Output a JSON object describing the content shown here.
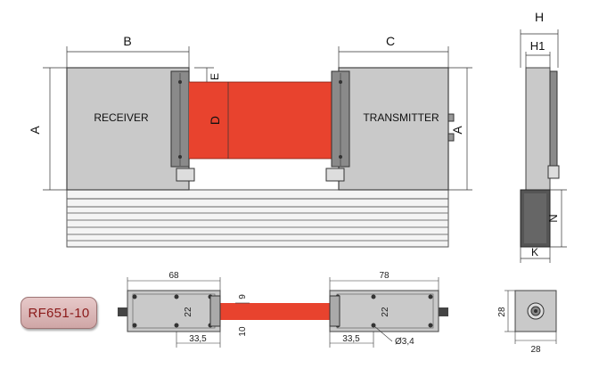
{
  "labels": {
    "receiver": "RECEIVER",
    "transmitter": "TRANSMITTER",
    "dim_a_left": "A",
    "dim_a_right": "A",
    "dim_b": "B",
    "dim_c": "C",
    "dim_d": "D",
    "dim_e": "E",
    "dim_h": "H",
    "dim_h1": "H1",
    "dim_n": "N",
    "dim_k": "K"
  },
  "bottom_dims": {
    "receiver_width": "68",
    "receiver_height": "22",
    "receiver_offset": "33,5",
    "beam_top": "9",
    "beam_height": "10",
    "transmitter_width": "78",
    "transmitter_height": "22",
    "transmitter_offset": "33,5",
    "hole": "Ø3,4",
    "side_height": "28",
    "side_width": "28"
  },
  "model": "RF651-10",
  "colors": {
    "beam": "#e8432e",
    "housing": "#c9c9c9",
    "strip": "#8a8a8a",
    "badge_text": "#8b1a1a"
  }
}
